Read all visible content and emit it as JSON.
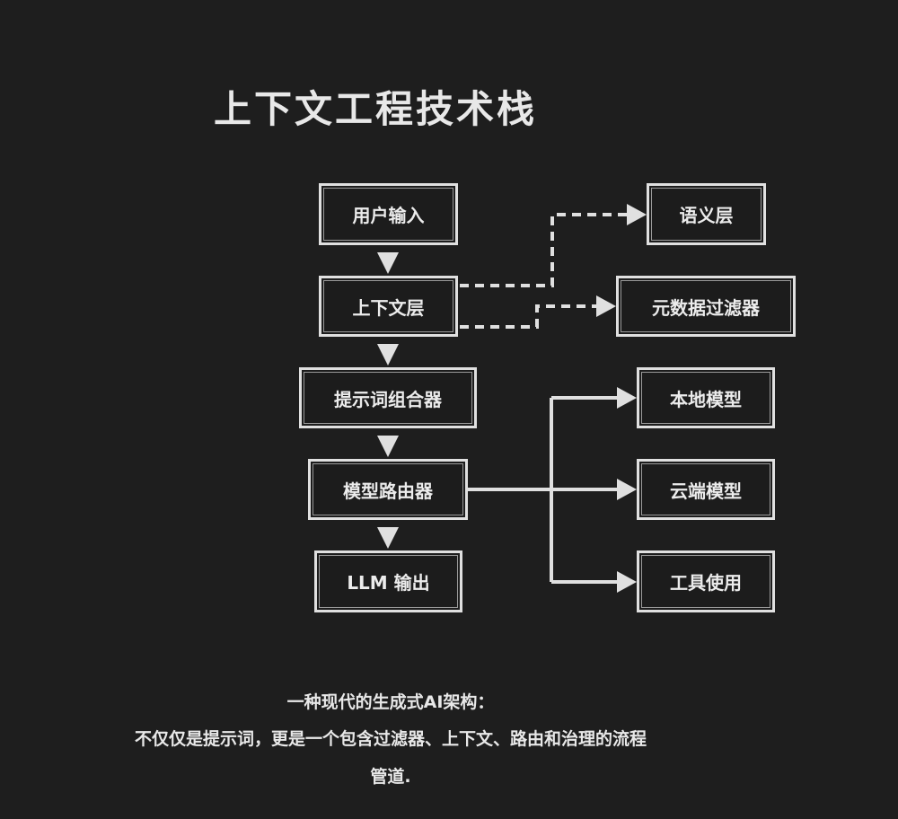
{
  "title": "上下文工程技术栈",
  "nodes": {
    "user_input": "用户输入",
    "context_layer": "上下文层",
    "prompt_composer": "提示词组合器",
    "model_router": "模型路由器",
    "llm_output": "LLM 输出",
    "semantic_layer": "语义层",
    "metadata_filter": "元数据过滤器",
    "local_model": "本地模型",
    "cloud_model": "云端模型",
    "tool_use": "工具使用"
  },
  "caption": {
    "line1": "一种现代的生成式AI架构：",
    "line2": "不仅仅是提示词，更是一个包含过滤器、上下文、路由和治理的流程",
    "line3": "管道."
  },
  "colors": {
    "background": "#1e1e1e",
    "stroke": "#e0e0e0"
  }
}
